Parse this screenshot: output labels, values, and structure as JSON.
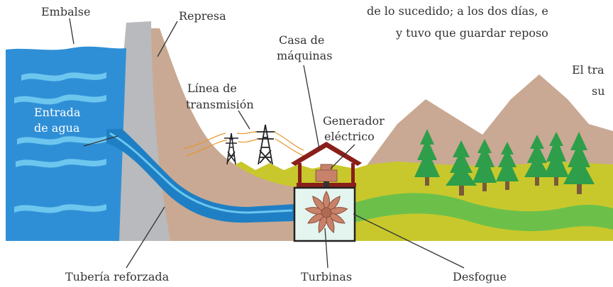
{
  "labels": {
    "embalse": "Embalse",
    "represa": "Represa",
    "casa_line1": "Casa de",
    "casa_line2": "máquinas",
    "linea_line1": "Línea de",
    "linea_line2": "transmisión",
    "generador_line1": "Generador",
    "generador_line2": "eléctrico",
    "entrada_line1": "Entrada",
    "entrada_line2": "de agua",
    "tuberia": "Tubería reforzada",
    "turbinas": "Turbinas",
    "desfogue": "Desfogue"
  },
  "background_text": {
    "line1": "de lo sucedido; a los dos días, e",
    "line2": "y tuvo que guardar reposo",
    "line3": "El tra",
    "line4": "su"
  },
  "colors": {
    "water": "#2f8fd6",
    "water_light": "#6cc6ee",
    "dam": "#b9babd",
    "earth": "#c9a993",
    "grass": "#c8c82c",
    "river": "#6cc04a",
    "house": "#8a1f1a",
    "tree": "#2e9e4a",
    "turbine": "#c9826a"
  }
}
